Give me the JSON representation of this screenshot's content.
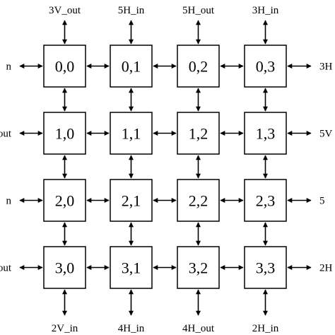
{
  "diagram": {
    "nodes": [
      [
        "0,0",
        "0,1",
        "0,2",
        "0,3"
      ],
      [
        "1,0",
        "1,1",
        "1,2",
        "1,3"
      ],
      [
        "2,0",
        "2,1",
        "2,2",
        "2,3"
      ],
      [
        "3,0",
        "3,1",
        "3,2",
        "3,3"
      ]
    ],
    "top_labels": [
      "3V_out",
      "5H_in",
      "5H_out",
      "3H_in"
    ],
    "bottom_labels": [
      "2V_in",
      "4H_in",
      "4H_out",
      "2H_in"
    ],
    "left_labels": [
      "n",
      "out",
      "n",
      "out"
    ],
    "right_labels": [
      "3H",
      "5V",
      "5",
      "2H"
    ],
    "colors": {
      "stroke": "#000000",
      "fill": "#ffffff"
    }
  }
}
